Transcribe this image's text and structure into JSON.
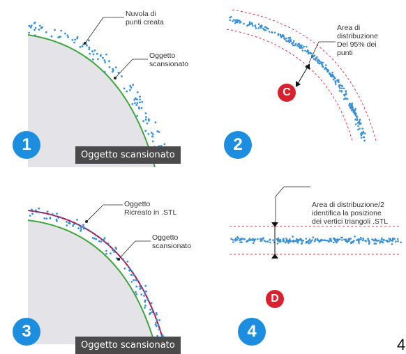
{
  "colors": {
    "points": "#3a8fd6",
    "scanned_surface": "#3ea53e",
    "stl_surface": "#b0154a",
    "distribution_band": "#e2384a",
    "object_fill": "#e3e3e8",
    "step_badge": "#1d8de0",
    "letter_badge": "#d9202f",
    "label_box": "#4a4a4a"
  },
  "panel1": {
    "step": "1",
    "callout_cloud": "Nuvola di\npunti creata",
    "callout_object": "Oggetto\nscansionato",
    "box_label": "Oggetto scansionato"
  },
  "panel2": {
    "step": "2",
    "callout_area": "Area di\ndistribuzione\nDel 95% dei\npunti",
    "marker": "C"
  },
  "panel3": {
    "step": "3",
    "callout_stl": "Oggetto\nRicreato in .STL",
    "callout_object": "Oggetto\nscansionato",
    "box_label": "Oggetto scansionato"
  },
  "panel4": {
    "step": "4",
    "callout_area": "Area di distribuzione/2\nidentifica la posizione\ndei vertici triangoli .STL",
    "marker": "D"
  },
  "page_number": "4"
}
